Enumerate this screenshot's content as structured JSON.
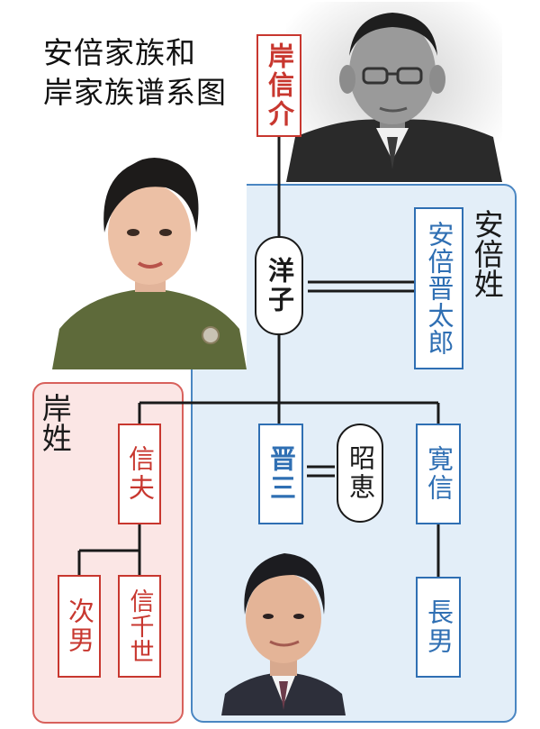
{
  "title": {
    "line1": "安倍家族和",
    "line2": "岸家族谱系图"
  },
  "regions": {
    "abe": "安倍姓",
    "kishi": "岸姓"
  },
  "members": {
    "kishi_nobusuke": "岸信介",
    "yoko": "洋子",
    "abe_shintaro": "安倍晋太郎",
    "nobuo": "信夫",
    "shinzo": "晋三",
    "akie": "昭恵",
    "hironobu": "寛信",
    "jinan": "次男",
    "nobuchiyo": "信千世",
    "chonan": "長男"
  },
  "colors": {
    "kishi": "#c8372f",
    "abe": "#2f6fb3",
    "neutral": "#1a1a1a"
  }
}
